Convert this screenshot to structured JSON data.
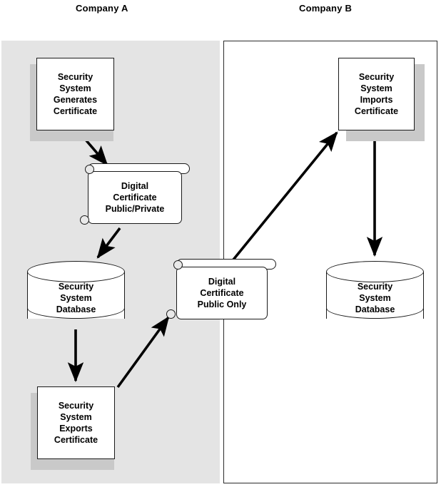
{
  "diagram": {
    "title_a": "Company A",
    "title_b": "Company B",
    "nodes": {
      "a_generates": "Security\nSystem\nGenerates\nCertificate",
      "a_cert_privpub": "Digital\nCertificate\nPublic/Private",
      "a_database": "Security\nSystem\nDatabase",
      "a_exports": "Security\nSystem\nExports\nCertificate",
      "shared_cert_public": "Digital\nCertificate\nPublic Only",
      "b_imports": "Security\nSystem\nImports\nCertificate",
      "b_database": "Security\nSystem\nDatabase"
    },
    "colors": {
      "region_fill": "#e4e4e4",
      "shape_fill": "#ffffff",
      "stroke": "#1a1a1a",
      "shadow": "#c9c9c9",
      "text": "#000000"
    },
    "edges": [
      {
        "name": "generates-to-cert",
        "from": "a_generates",
        "to": "a_cert_privpub"
      },
      {
        "name": "cert-to-database",
        "from": "a_cert_privpub",
        "to": "a_database"
      },
      {
        "name": "database-to-exports",
        "from": "a_database",
        "to": "a_exports"
      },
      {
        "name": "exports-to-public-cert",
        "from": "a_exports",
        "to": "shared_cert_public"
      },
      {
        "name": "public-cert-to-imports",
        "from": "shared_cert_public",
        "to": "b_imports"
      },
      {
        "name": "imports-to-database",
        "from": "b_imports",
        "to": "b_database"
      }
    ]
  }
}
